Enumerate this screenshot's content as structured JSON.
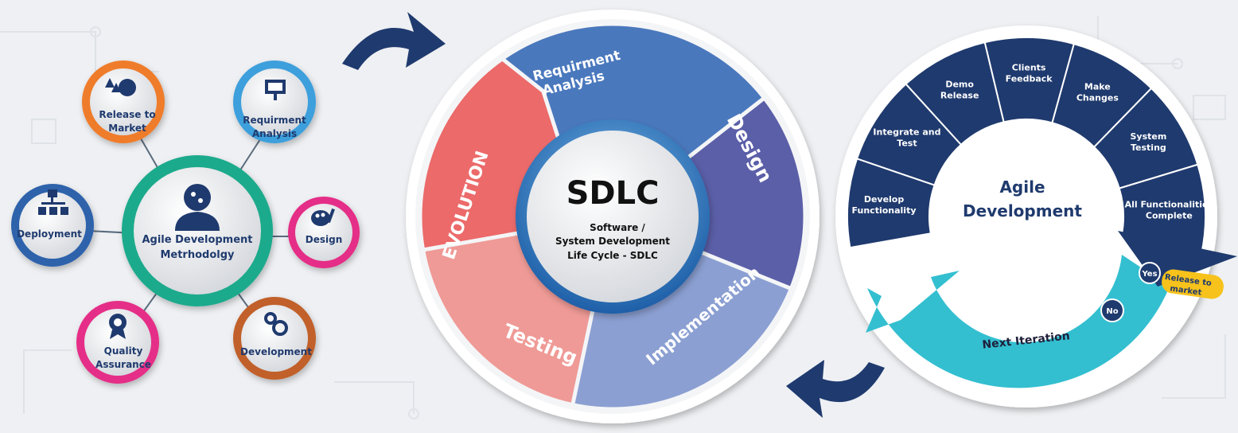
{
  "agile_method": {
    "center": {
      "line1": "Agile Development",
      "line2": "Metrhodolgy"
    },
    "nodes": [
      {
        "id": "release",
        "line1": "Release to",
        "line2": "Market",
        "icon": "globe-icon",
        "color": "#ef7b2c"
      },
      {
        "id": "requirement",
        "line1": "Requirment",
        "line2": "Analysis",
        "icon": "presentation-board-icon",
        "color": "#3d9fdc"
      },
      {
        "id": "design",
        "line1": "Design",
        "line2": "",
        "icon": "palette-icon",
        "color": "#e52d87"
      },
      {
        "id": "development",
        "line1": "Development",
        "line2": "",
        "icon": "gears-icon",
        "color": "#c1602a"
      },
      {
        "id": "quality",
        "line1": "Quality",
        "line2": "Assurance",
        "icon": "award-badge-icon",
        "color": "#e52d87"
      },
      {
        "id": "deployment",
        "line1": "Deployment",
        "line2": "",
        "icon": "org-chart-icon",
        "color": "#2f62ab"
      }
    ],
    "center_color": "#1eaa8c",
    "person_icon": "person-head-icon"
  },
  "sdlc": {
    "title": "SDLC",
    "subtitle_line1": "Software /",
    "subtitle_line2": "System  Development",
    "subtitle_line3": "Life  Cycle  -  SDLC",
    "phases": [
      {
        "id": "requirement",
        "line1": "Requirment",
        "line2": "Analysis",
        "color": "#4a78bd"
      },
      {
        "id": "design",
        "line1": "Design",
        "line2": "",
        "color": "#5b5fa8"
      },
      {
        "id": "implementation",
        "line1": "Implementation",
        "line2": "",
        "color": "#8b9fd2"
      },
      {
        "id": "testing",
        "line1": "Testing",
        "line2": "",
        "color": "#ef9a96"
      },
      {
        "id": "evolution",
        "line1": "EVOLUTION",
        "line2": "",
        "color": "#ec6a6a"
      }
    ]
  },
  "agile_cycle": {
    "center_line1": "Agile",
    "center_line2": "Development",
    "segments": [
      {
        "line1": "Develop",
        "line2": "Functionality"
      },
      {
        "line1": "Integrate and",
        "line2": "Test"
      },
      {
        "line1": "Demo",
        "line2": "Release"
      },
      {
        "line1": "Clients",
        "line2": "Feedback"
      },
      {
        "line1": "Make",
        "line2": "Changes"
      },
      {
        "line1": "System",
        "line2": "Testing"
      },
      {
        "line1": "All Functionalities",
        "line2": "Complete"
      }
    ],
    "yes_label": "Yes",
    "release_tag_line1": "Release to",
    "release_tag_line2": "market",
    "no_label": "No",
    "next_iteration": "Next  Iteration",
    "ring_color": "#1f3a6e",
    "arrow_color": "#33bfd0",
    "tag_color": "#f7c21b"
  },
  "connectors": {
    "arrow_color": "#1f3a6e"
  }
}
